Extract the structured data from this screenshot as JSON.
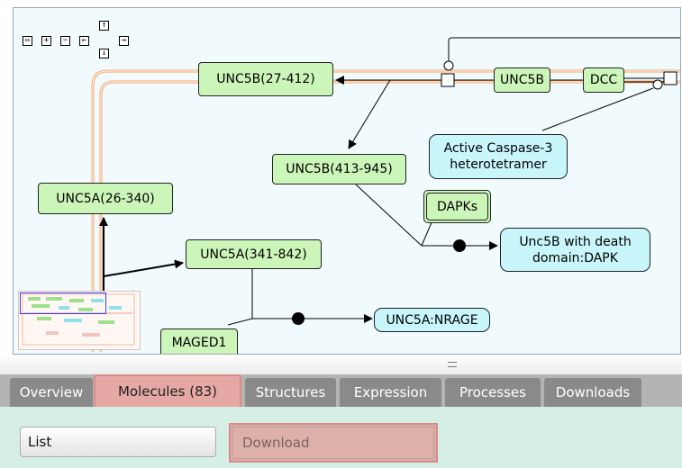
{
  "nav_controls": {
    "fit": "⇔",
    "zoom_in": "+",
    "zoom_out": "−",
    "pan_left": "←",
    "pan_up": "↑",
    "pan_down": "↓",
    "pan_right": "→"
  },
  "nodes": {
    "unc5b_27_412": "UNC5B(27-412)",
    "unc5b": "UNC5B",
    "dcc": "DCC",
    "caspase_line1": "Active Caspase-3",
    "caspase_line2": "heterotetramer",
    "unc5b_413_945": "UNC5B(413-945)",
    "unc5a_26_340": "UNC5A(26-340)",
    "dapks": "DAPKs",
    "unc5b_dapk_line1": "Unc5B with death",
    "unc5b_dapk_line2": "domain:DAPK",
    "unc5a_341_842": "UNC5A(341-842)",
    "unc5a_nrage": "UNC5A:NRAGE",
    "maged1": "MAGED1"
  },
  "splitter_grip": "=",
  "tabs": [
    {
      "label": "Overview"
    },
    {
      "label": "Molecules (83)"
    },
    {
      "label": "Structures"
    },
    {
      "label": "Expression"
    },
    {
      "label": "Processes"
    },
    {
      "label": "Downloads"
    }
  ],
  "panel": {
    "list_value": "List",
    "download_placeholder": "Download"
  },
  "colors": {
    "protein_fill": "#ccf5b9",
    "complex_fill": "#c9f6fb",
    "compartment_orange": "#f4a467",
    "active_tab": "#e5a8a5",
    "tab_gray": "#8a8a8a",
    "panel_bg": "#d6efe6"
  }
}
